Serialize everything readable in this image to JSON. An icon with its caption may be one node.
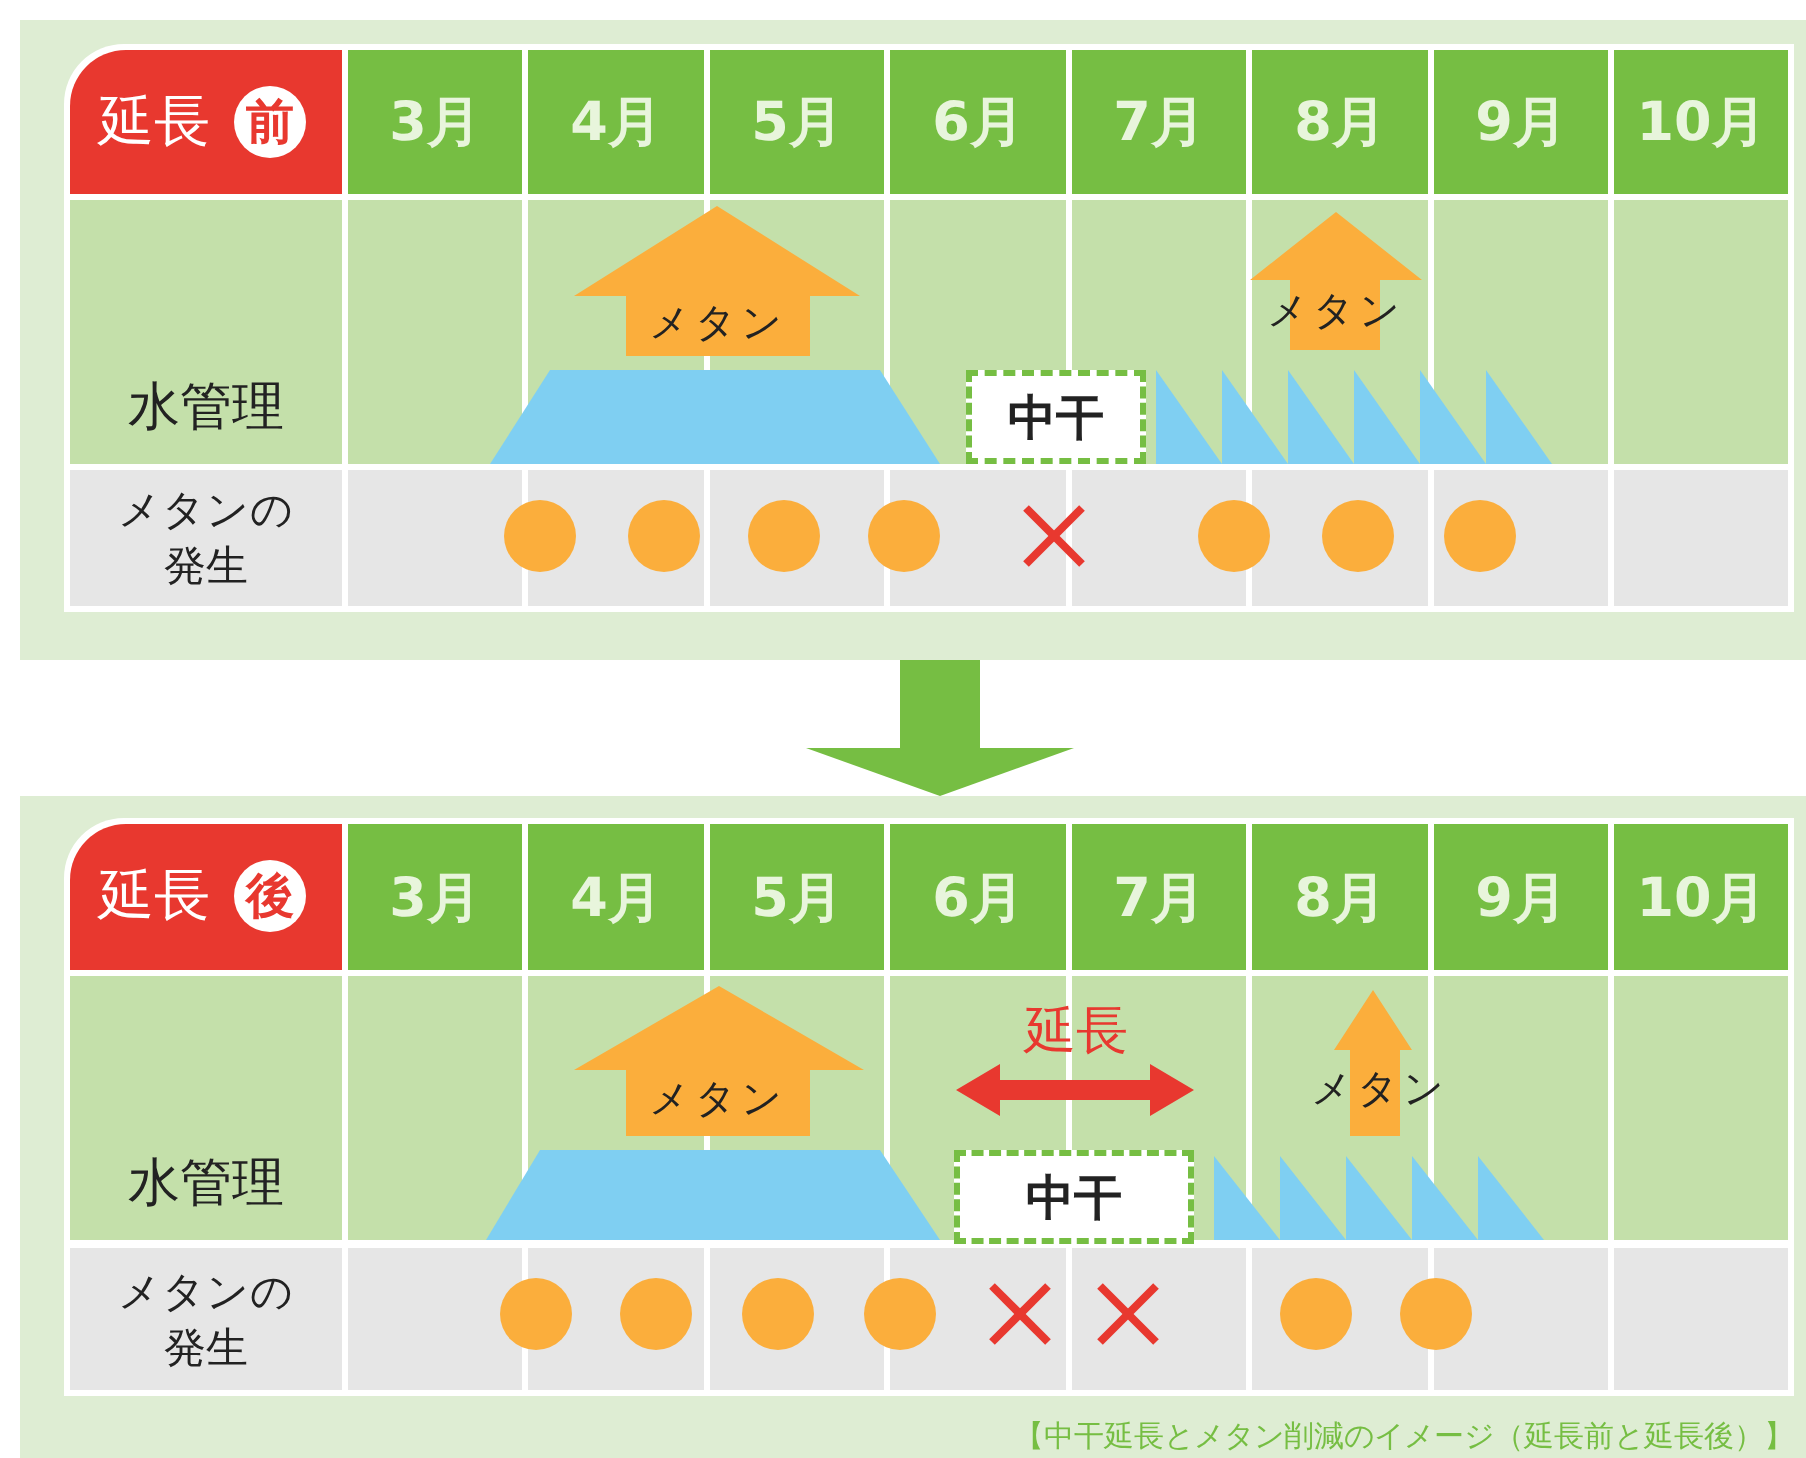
{
  "diagram": {
    "caption": "【中干延長とメタン削減のイメージ（延長前と延長後）】",
    "nodes": [
      {
        "text": [],
        "shape": "box"
      },
      {
        "text": [
          "中干"
        ],
        "in": 0
      },
      {
        "text": [
          "メタン"
        ],
        "in": 0
      },
      {
        "text": [
          "メタン"
        ],
        "in": 0
      },
      {
        "text": [],
        "shape": "box"
      },
      {
        "text": [
          "中干"
        ],
        "in": 4
      },
      {
        "text": [
          "メタン"
        ],
        "in": 4
      },
      {
        "text": [
          "メタン"
        ],
        "in": 4
      }
    ],
    "edges": [
      {
        "from": 0,
        "to": 4,
        "arrow": "to"
      }
    ],
    "labels": [
      "延長",
      "前",
      "3月",
      "4月",
      "5月",
      "6月",
      "7月",
      "8月",
      "9月",
      "10月",
      "水管理",
      "メタンの発生",
      "延長",
      "後",
      "3月",
      "4月",
      "5月",
      "6月",
      "7月",
      "8月",
      "9月",
      "10月",
      "延長",
      "水管理",
      "メタンの発生"
    ]
  }
}
